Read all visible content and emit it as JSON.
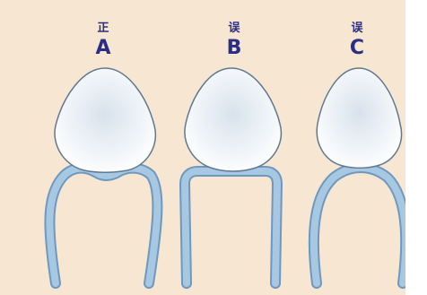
{
  "panels": [
    {
      "kind": "正",
      "letter": "A"
    },
    {
      "kind": "误",
      "letter": "B"
    },
    {
      "kind": "误",
      "letter": "C"
    }
  ],
  "colors": {
    "background": "#f7e6d1",
    "label": "#2b2e86",
    "clasp_fill": "#a7c8e2",
    "clasp_edge": "#6f98bf",
    "tooth_fill": "#eef3f8",
    "tooth_edge": "#5f7892"
  }
}
